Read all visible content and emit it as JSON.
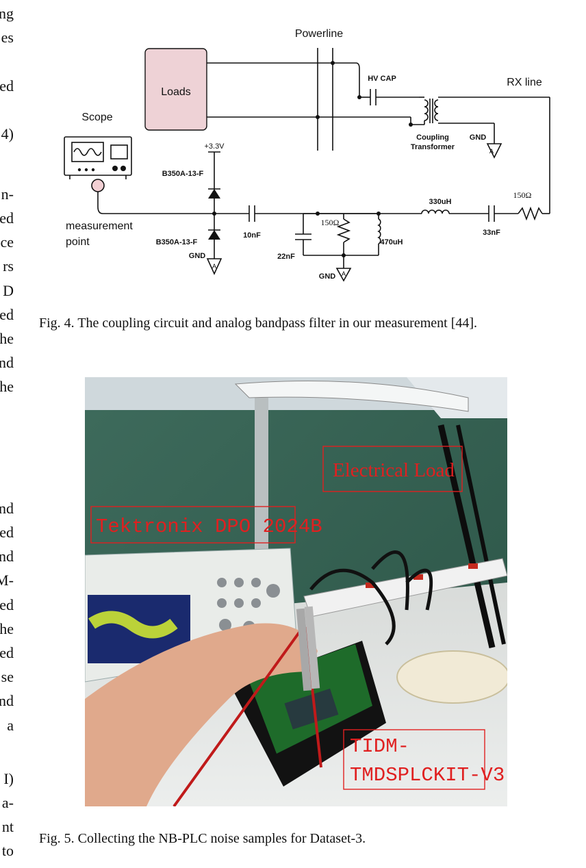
{
  "left_column_fragments": [
    "ng",
    "es",
    "ed",
    "4)",
    "n-",
    "ed",
    "ce",
    "rs",
    "D",
    "ed",
    "he",
    "nd",
    "he",
    "nd",
    "ed",
    "nd",
    "M-",
    "ed",
    "he",
    "ed",
    "se",
    "nd",
    "a",
    "I)",
    "a-",
    "nt",
    "to"
  ],
  "figure4": {
    "labels": {
      "powerline": "Powerline",
      "loads": "Loads",
      "hv_cap": "HV CAP",
      "rx_line": "RX line",
      "scope": "Scope",
      "coupling_transformer_1": "Coupling",
      "coupling_transformer_2": "Transformer",
      "gnd": "GND",
      "v33": "+3.3V",
      "diode_top": "B350A-13-F",
      "diode_bottom": "B350A-13-F",
      "measurement_1": "measurement",
      "measurement_2": "point",
      "c10nF": "10nF",
      "c22nF": "22nF",
      "r150a": "150Ω",
      "r150b": "150Ω",
      "l470uH": "470uH",
      "l330uH": "330uH",
      "c33nF": "33nF"
    },
    "caption": "Fig. 4.  The coupling circuit and analog bandpass filter in our measurement [44]."
  },
  "figure5": {
    "annotations": {
      "electrical_load": "Electrical Load",
      "tektronix": "Tektronix DPO 2024B",
      "tidm_1": "TIDM-",
      "tidm_2": "TMDSPLCKIT-V3"
    },
    "caption": "Fig. 5.  Collecting the NB-PLC noise samples for Dataset-3."
  },
  "colors": {
    "loads_fill": "#eed2d6",
    "annotation_red": "#e02020",
    "wall_green": "#2f5a4c"
  }
}
